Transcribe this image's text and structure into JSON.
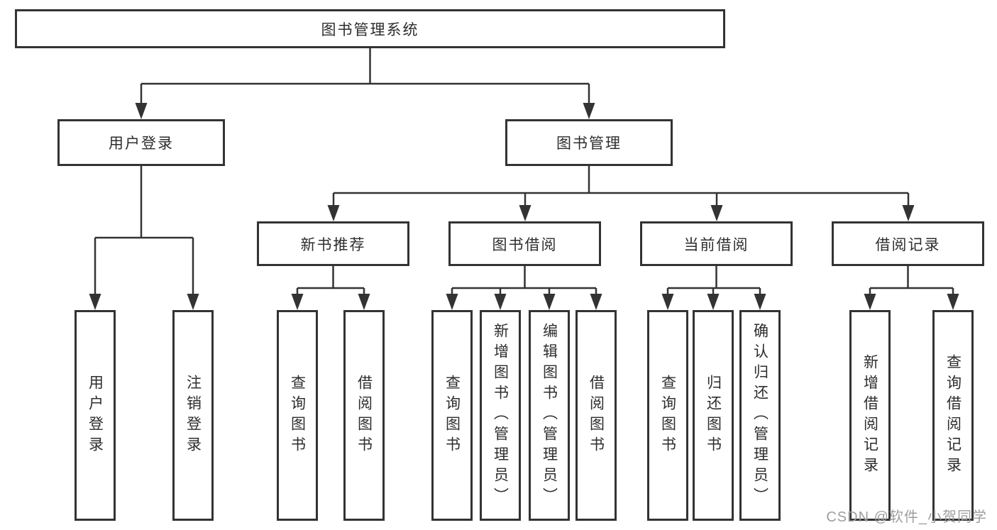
{
  "colors": {
    "line": "#333333",
    "box_border": "#333333",
    "text": "#2d2d2d",
    "watermark": "#9e9e9e",
    "background": "#ffffff"
  },
  "tree": {
    "root": {
      "label": "图书管理系统",
      "children": [
        {
          "label": "用户登录",
          "children": [
            {
              "label": "用户登录"
            },
            {
              "label": "注销登录"
            }
          ]
        },
        {
          "label": "图书管理",
          "children": [
            {
              "label": "新书推荐",
              "children": [
                {
                  "label": "查询图书"
                },
                {
                  "label": "借阅图书"
                }
              ]
            },
            {
              "label": "图书借阅",
              "children": [
                {
                  "label": "查询图书"
                },
                {
                  "label": "新增图书（管理员）"
                },
                {
                  "label": "编辑图书（管理员）"
                },
                {
                  "label": "借阅图书"
                }
              ]
            },
            {
              "label": "当前借阅",
              "children": [
                {
                  "label": "查询图书"
                },
                {
                  "label": "归还图书"
                },
                {
                  "label": "确认归还（管理员）"
                }
              ]
            },
            {
              "label": "借阅记录",
              "children": [
                {
                  "label": "新增借阅记录"
                },
                {
                  "label": "查询借阅记录"
                }
              ]
            }
          ]
        }
      ]
    }
  },
  "watermark": {
    "text": "CSDN @软件_小贺同学"
  }
}
